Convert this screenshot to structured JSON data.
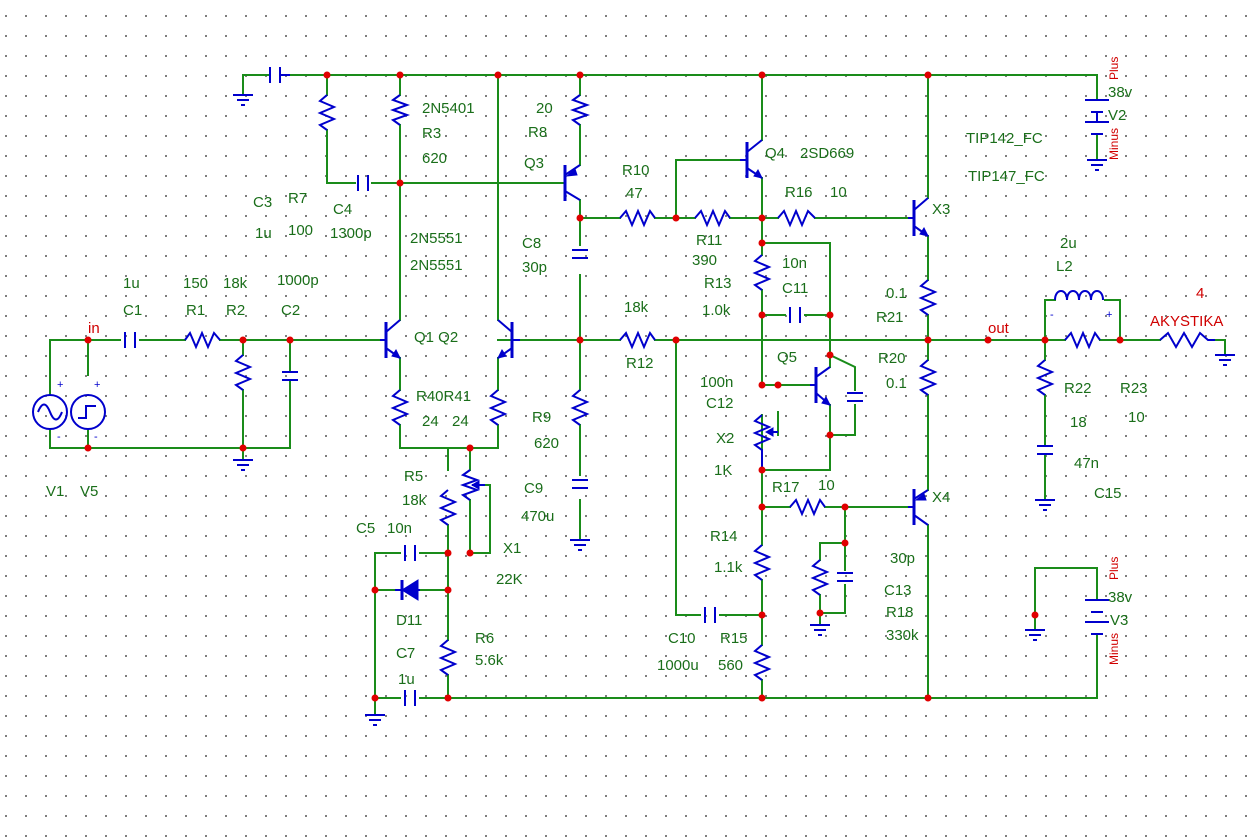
{
  "labels": {
    "in": "in",
    "out": "out",
    "V1": "V1",
    "V5": "V5",
    "C1": "C1",
    "C1v": "1u",
    "R1": "R1",
    "R1v": "150",
    "R2": "R2",
    "R2v": "18k",
    "C2": "C2",
    "C2v": "1000p",
    "C3": "C3",
    "C3v": "1u",
    "R7": "R7",
    "R7v": "100",
    "C4": "C4",
    "C4v": "1300p",
    "Q3t": "2N5401",
    "R3": "R3",
    "R3v": "620",
    "Q12t1": "2N5551",
    "Q12t2": "2N5551",
    "Q1Q2": "Q1 Q2",
    "R8v": "20",
    "R8": "R8",
    "Q3": "Q3",
    "C8": "C8",
    "C8v": "30p",
    "R10": "R10",
    "R10v": "47",
    "Q4": "Q4",
    "Q4t": "2SD669",
    "R11": "R11",
    "R11v": "390",
    "R16": "R16",
    "R16v": "10",
    "R13": "R13",
    "R13v": "1.0k",
    "C11v": "10n",
    "C11": "C11",
    "R12v": "18k",
    "R12": "R12",
    "Q5": "Q5",
    "C12v": "100n",
    "C12": "C12",
    "X2": "X2",
    "X2v": "1K",
    "R17": "R17",
    "R17v": "10",
    "R40R41": "R40R41",
    "R40v": "24",
    "R41v": "24",
    "R5": "R5",
    "R5v": "18k",
    "C5": "C5",
    "C5v": "10n",
    "X1": "X1",
    "X1v": "22K",
    "D11": "D11",
    "R6": "R6",
    "R6v": "5.6k",
    "C7": "C7",
    "C7v": "1u",
    "R9": "R9",
    "R9v": "620",
    "C9": "C9",
    "C9v": "470u",
    "R14": "R14",
    "R14v": "1.1k",
    "C10": "C10",
    "C10v": "1000u",
    "R15": "R15",
    "R15v": "560",
    "X3": "X3",
    "X4": "X4",
    "TIP1": "TIP142_FC",
    "TIP2": "TIP147_FC",
    "R21v": "0.1",
    "R21": "R21",
    "R20": "R20",
    "R20v": "0.1",
    "C13v": "30p",
    "C13": "C13",
    "R18": "R18",
    "R18v": "330k",
    "L2v": "2u",
    "L2": "L2",
    "R22": "R22",
    "R22v": "18",
    "R23": "R23",
    "R23v": "10",
    "C15v": "47n",
    "C15": "C15",
    "AKv": "4",
    "AK": "AKYSTIKA",
    "V2": "V2",
    "V2v": "38v",
    "V2plus": "Plus",
    "V2minus": "Minus",
    "V3": "V3",
    "V3v": "38v",
    "V3plus": "Plus",
    "V3minus": "Minus"
  },
  "colors": {
    "wire": "#1a8c1a",
    "component": "#0000cc",
    "node": "#e00000",
    "label": "#1a6e1a",
    "netlabel": "#d00000"
  }
}
